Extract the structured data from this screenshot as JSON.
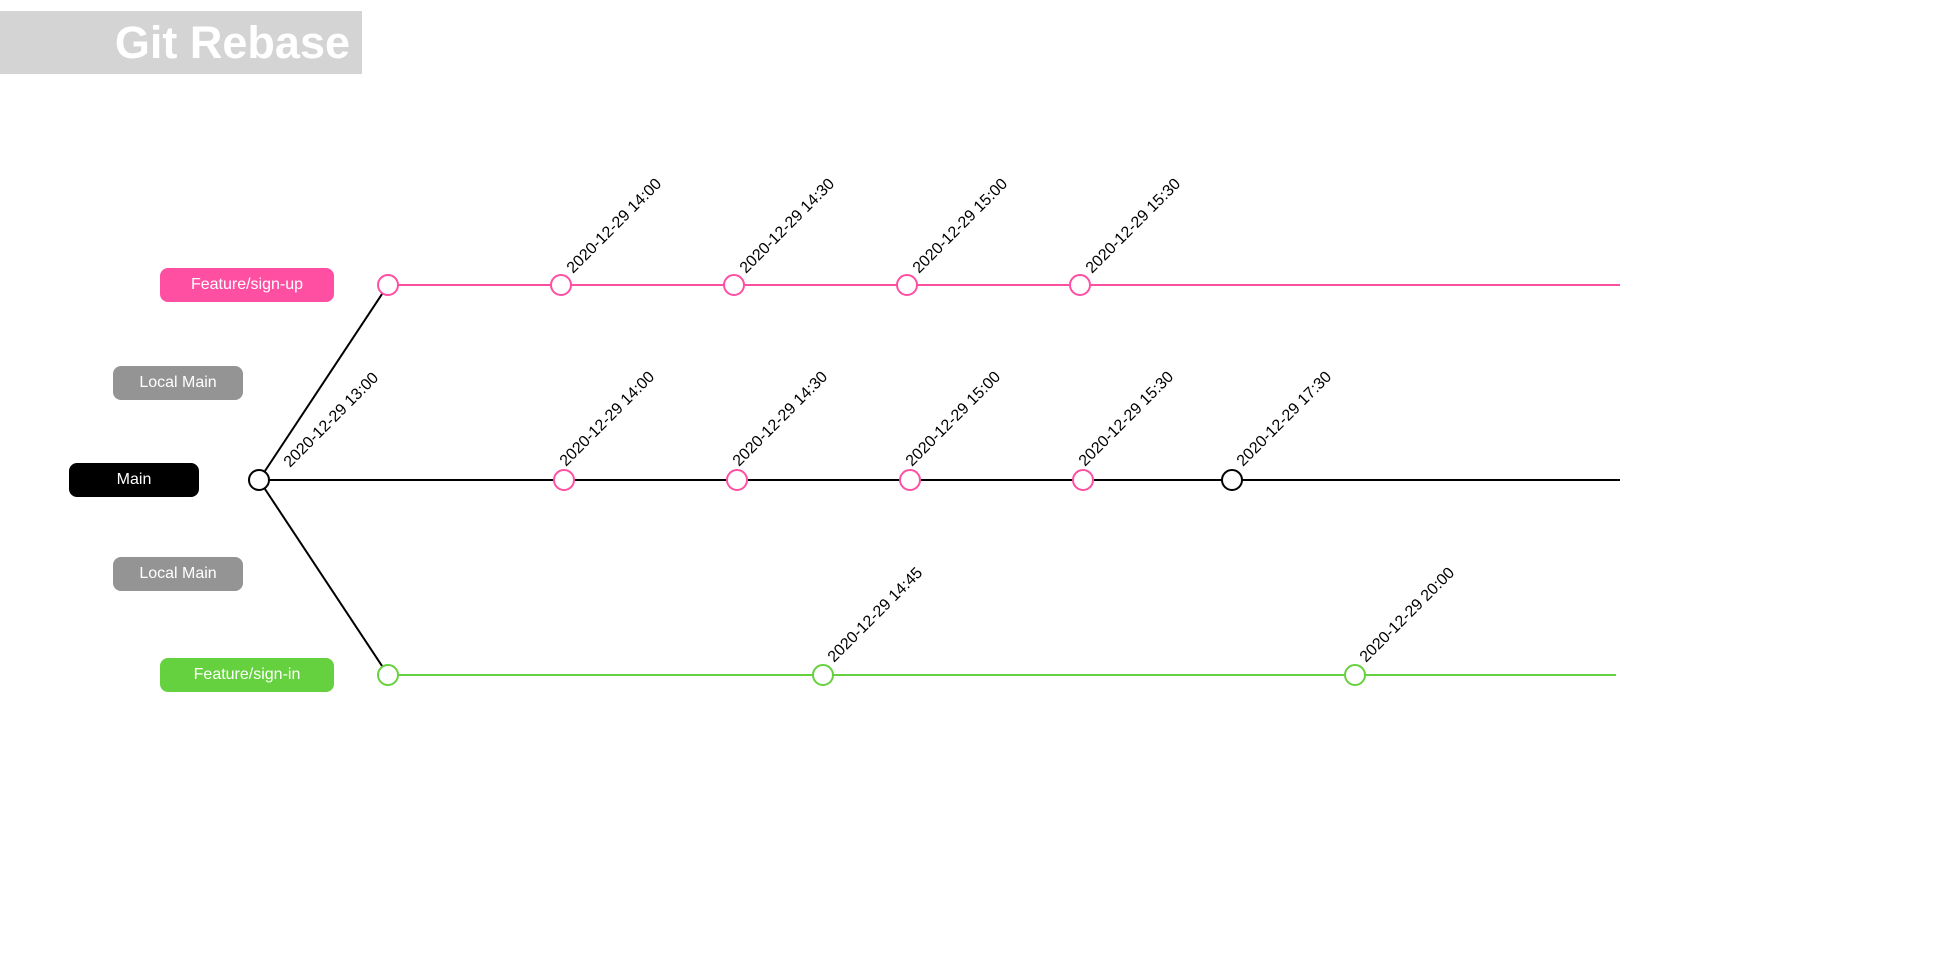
{
  "title": "Git Rebase",
  "colors": {
    "feature_up": "#ff4fa3",
    "main": "#000000",
    "local_main": "#949494",
    "feature_in": "#66d13f",
    "title_bg": "#d4d4d4"
  },
  "branches": {
    "feature_up": "Feature/sign-up",
    "local_main_top": "Local Main",
    "main": "Main",
    "local_main_bottom": "Local Main",
    "feature_in": "Feature/sign-in"
  },
  "commits": {
    "main_origin": "2020-12-29 13:00",
    "feature_up": [
      "2020-12-29 14:00",
      "2020-12-29 14:30",
      "2020-12-29 15:00",
      "2020-12-29 15:30"
    ],
    "main_rebased": [
      "2020-12-29 14:00",
      "2020-12-29 14:30",
      "2020-12-29 15:00",
      "2020-12-29 15:30"
    ],
    "main_latest": "2020-12-29 17:30",
    "feature_in": [
      "2020-12-29 14:45",
      "2020-12-29 20:00"
    ]
  }
}
